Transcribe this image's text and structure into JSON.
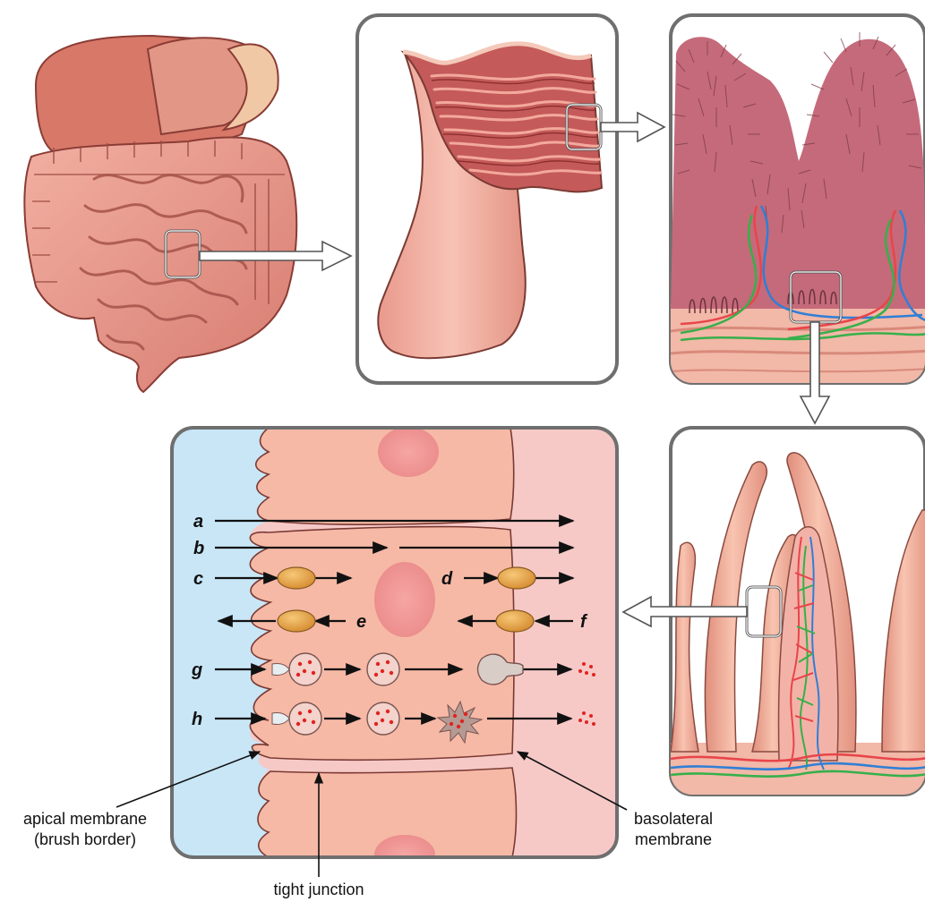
{
  "labels": {
    "apical_line1": "apical membrane",
    "apical_line2": "(brush border)",
    "basolateral_line1": "basolateral",
    "basolateral_line2": "membrane",
    "tight_junction": "tight junction"
  },
  "pathways": {
    "a": "a",
    "b": "b",
    "c": "c",
    "d": "d",
    "e": "e",
    "f": "f",
    "g": "g",
    "h": "h"
  },
  "colors": {
    "panel_border": "#6f6f6f",
    "lumen": "#c8e6f6",
    "interstitial": "#f6c9c7",
    "epithelium": "#f6b9a6",
    "intestine": "#e8958a",
    "mucosa": "#c45a5a",
    "transporter": "#e8a13c",
    "particle": "#e0231f",
    "capillary_red": "#e8454a",
    "capillary_blue": "#2f7fd6",
    "lymph_green": "#36b04a"
  },
  "icons": {
    "transporter": "ellipse-carrier-icon",
    "vesicle": "vesicle-icon"
  }
}
